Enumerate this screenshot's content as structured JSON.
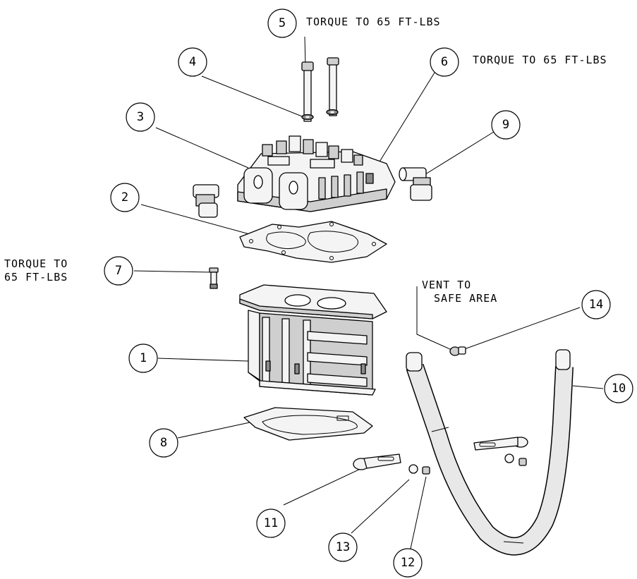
{
  "notes": {
    "torque_5": "TORQUE TO 65 FT-LBS",
    "torque_6": "TORQUE TO 65 FT-LBS",
    "torque_7_line1": "TORQUE TO",
    "torque_7_line2": "65 FT-LBS",
    "vent_line1": "VENT TO",
    "vent_line2": "SAFE AREA"
  },
  "callouts": [
    "1",
    "2",
    "3",
    "4",
    "5",
    "6",
    "7",
    "8",
    "9",
    "10",
    "11",
    "12",
    "13",
    "14"
  ],
  "colors": {
    "ink": "#000000",
    "background": "#ffffff",
    "shade": "#cfcfcf"
  }
}
